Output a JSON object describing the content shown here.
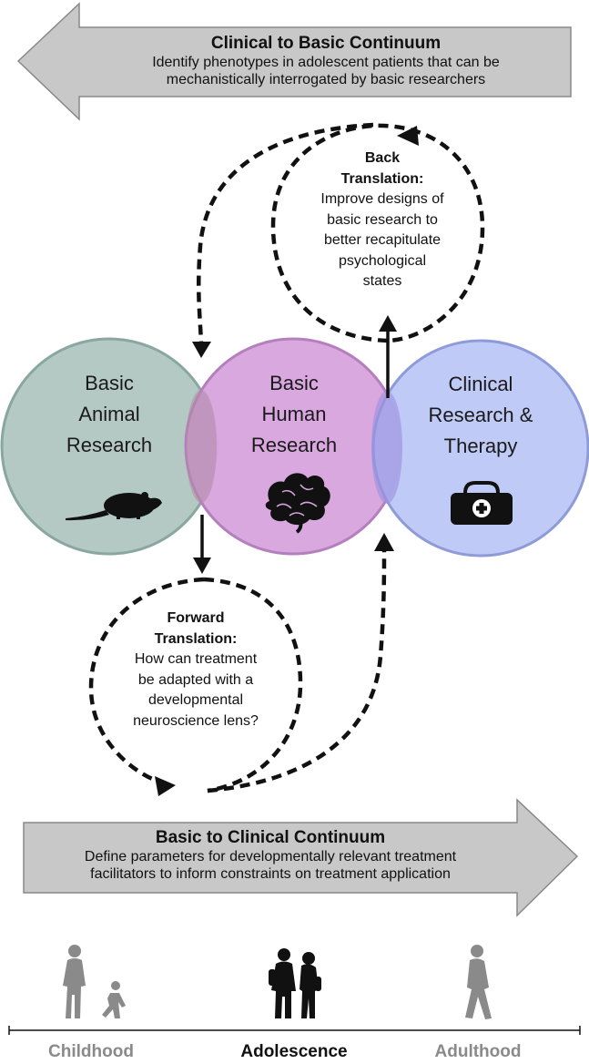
{
  "top_arrow": {
    "title": "Clinical to Basic Continuum",
    "line1": "Identify phenotypes in adolescent patients that can be",
    "line2": "mechanistically interrogated by basic researchers"
  },
  "back_translation": {
    "title_line1": "Back",
    "title_line2": "Translation:",
    "line1": "Improve designs of",
    "line2": "basic research to",
    "line3": "better recapitulate",
    "line4": "psychological",
    "line5": "states"
  },
  "circles": {
    "animal": {
      "line1": "Basic",
      "line2": "Animal",
      "line3": "Research",
      "icon": "rat-icon",
      "color": "#b4c9c4"
    },
    "human": {
      "line1": "Basic",
      "line2": "Human",
      "line3": "Research",
      "icon": "brain-icon",
      "color": "#d7a3dd"
    },
    "clinical": {
      "line1": "Clinical",
      "line2": "Research &",
      "line3": "Therapy",
      "icon": "medical-bag-icon",
      "color": "#bcc7f7"
    }
  },
  "forward_translation": {
    "title_line1": "Forward",
    "title_line2": "Translation:",
    "line1": "How can treatment",
    "line2": "be adapted with a",
    "line3": "developmental",
    "line4": "neuroscience lens?"
  },
  "bottom_arrow": {
    "title": "Basic to Clinical Continuum",
    "line1": "Define parameters for developmentally relevant treatment",
    "line2": "facilitators to inform constraints on treatment application"
  },
  "timeline": {
    "childhood": "Childhood",
    "adolescence": "Adolescence",
    "adulthood": "Adulthood",
    "muted_color": "#8a8a8a",
    "active_color": "#111111"
  }
}
